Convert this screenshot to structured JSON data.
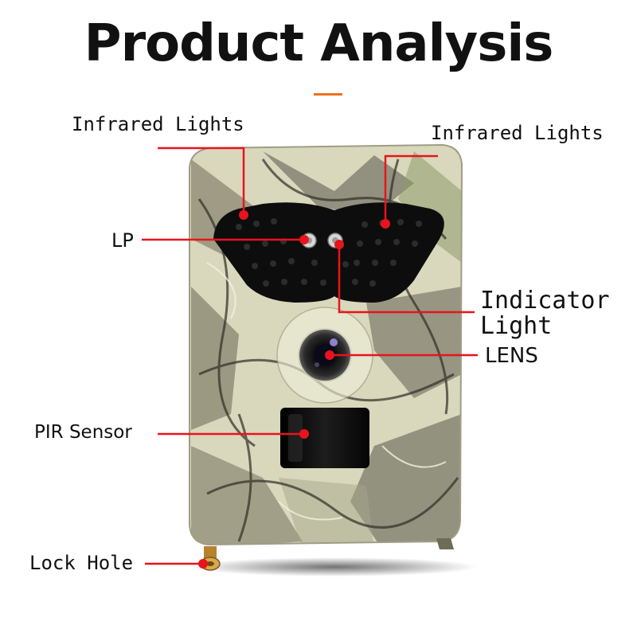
{
  "title": "Product Analysis",
  "labels": {
    "infrared_left": "Infrared Lights",
    "infrared_right": "Infrared Lights",
    "lp": "LP",
    "indicator_line1": "Indicator",
    "indicator_line2": "Light",
    "lens": "LENS",
    "pir": "PIR Sensor",
    "lock": "Lock Hole"
  },
  "colors": {
    "callout": "#e8141c",
    "accent": "#e8741e",
    "camo_base": "#d9d8bd"
  }
}
